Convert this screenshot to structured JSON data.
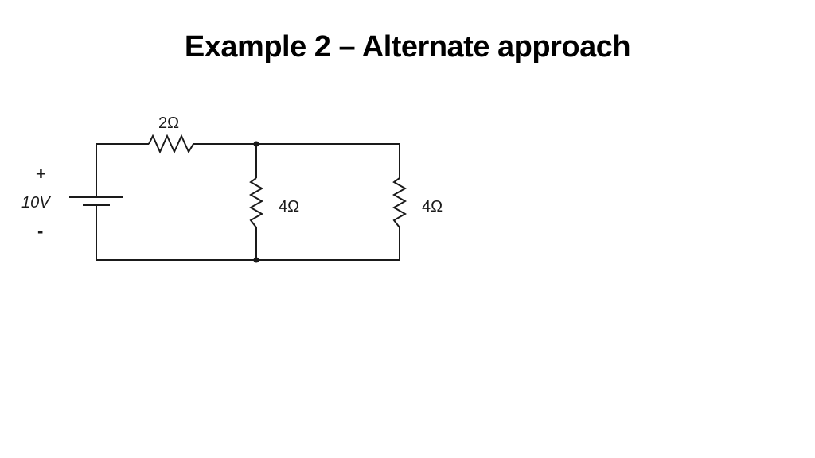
{
  "slide": {
    "title": "Example 2 – Alternate approach"
  },
  "circuit": {
    "source": {
      "voltage_label": "10V",
      "plus_sign": "+",
      "minus_sign": "-"
    },
    "resistors": [
      {
        "label": "2Ω"
      },
      {
        "label": "4Ω"
      },
      {
        "label": "4Ω"
      }
    ]
  },
  "colors": {
    "wire": "#1a1a1a",
    "background": "#ffffff"
  }
}
